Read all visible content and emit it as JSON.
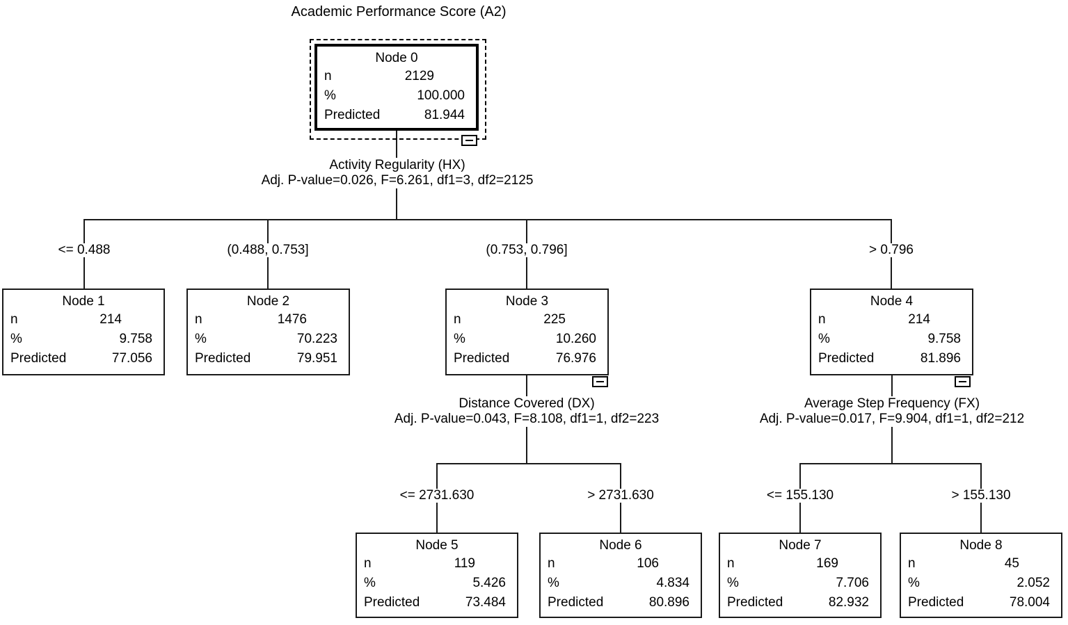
{
  "diagram": {
    "title": "Academic Performance Score (A2)",
    "stat_labels": {
      "n": "n",
      "pct": "%",
      "predicted": "Predicted"
    },
    "nodes": [
      {
        "title": "Node 0",
        "n": "2129",
        "pct": "100.000",
        "predicted": "81.944"
      },
      {
        "title": "Node 1",
        "n": "214",
        "pct": "9.758",
        "predicted": "77.056"
      },
      {
        "title": "Node 2",
        "n": "1476",
        "pct": "70.223",
        "predicted": "79.951"
      },
      {
        "title": "Node 3",
        "n": "225",
        "pct": "10.260",
        "predicted": "76.976"
      },
      {
        "title": "Node 4",
        "n": "214",
        "pct": "9.758",
        "predicted": "81.896"
      },
      {
        "title": "Node 5",
        "n": "119",
        "pct": "5.426",
        "predicted": "73.484"
      },
      {
        "title": "Node 6",
        "n": "106",
        "pct": "4.834",
        "predicted": "80.896"
      },
      {
        "title": "Node 7",
        "n": "169",
        "pct": "7.706",
        "predicted": "82.932"
      },
      {
        "title": "Node 8",
        "n": "45",
        "pct": "2.052",
        "predicted": "78.004"
      }
    ],
    "splits": [
      {
        "variable": "Activity Regularity (HX)",
        "stats": "Adj. P-value=0.026, F=6.261, df1=3, df2=2125"
      },
      {
        "variable": "Distance Covered (DX)",
        "stats": "Adj. P-value=0.043, F=8.108, df1=1, df2=223"
      },
      {
        "variable": "Average Step Frequency (FX)",
        "stats": "Adj. P-value=0.017, F=9.904, df1=1, df2=212"
      }
    ],
    "branch_labels": [
      "<= 0.488",
      "(0.488, 0.753]",
      "(0.753, 0.796]",
      "> 0.796",
      "<= 2731.630",
      "> 2731.630",
      "<= 155.130",
      "> 155.130"
    ]
  }
}
